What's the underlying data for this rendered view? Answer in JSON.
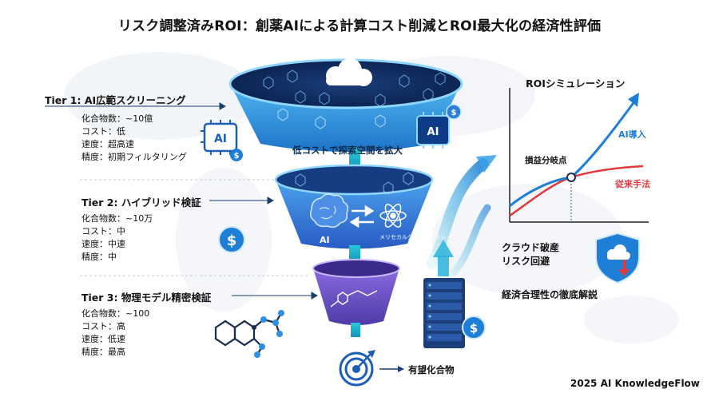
{
  "title": "リスク調整済みROI：創薬AIによる計算コスト削減とROI最大化の経済性評価",
  "tiers": [
    {
      "heading": "Tier 1: AI広範スクリーニング",
      "lines": [
        "化合物数：~10億",
        "コスト：低",
        "速度：超高速",
        "精度：初期フィルタリング"
      ]
    },
    {
      "heading": "Tier 2: ハイブリッド検証",
      "lines": [
        "化合物数：~10万",
        "コスト：中",
        "速度：中速",
        "精度：中"
      ]
    },
    {
      "heading": "Tier 3: 物理モデル精密検証",
      "lines": [
        "化合物数：~100",
        "コスト：高",
        "速度：低速",
        "精度：最高"
      ]
    }
  ],
  "funnel": {
    "expand_label": "低コストで探索空間を拡大",
    "ai_chip_label": "AI",
    "ai_brain_label": "AI",
    "sim_label": "メリセカルダナンススミレーション",
    "result_label": "有望化合物"
  },
  "roi": {
    "heading": "ROIシミュレーション",
    "ai_label": "AI導入",
    "legacy_label": "従来手法",
    "breakeven_label": "損益分岐点"
  },
  "risk_label_line1": "クラウド破産",
  "risk_label_line2": "リスク回避",
  "econ_label": "経済合理性の徹底解説",
  "credit": "2025 AI KnowledgeFlow",
  "colors": {
    "accent_blue": "#1f7fd6",
    "legacy_red": "#e0393e",
    "funnel_top": "#2f9be6",
    "funnel_mid": "#3a78d8",
    "funnel_low": "#6a4cc9"
  }
}
